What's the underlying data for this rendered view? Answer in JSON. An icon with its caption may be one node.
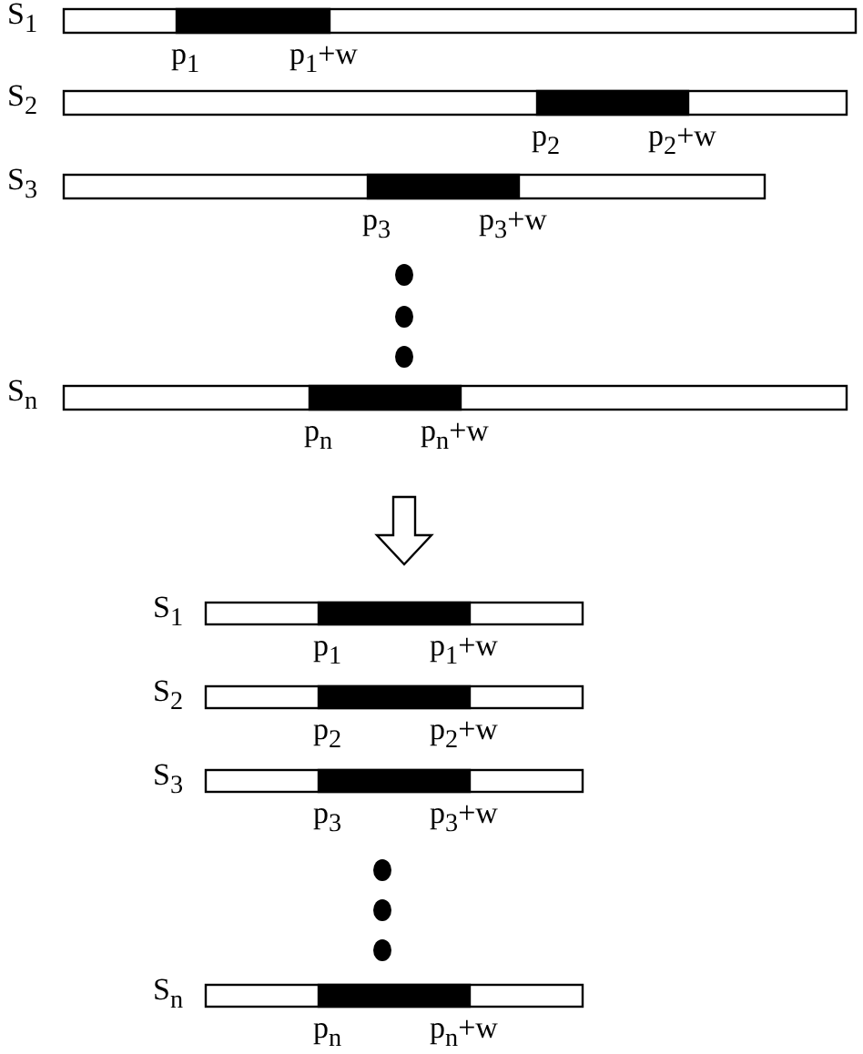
{
  "diagram": {
    "labels": [
      "S$_{1}$",
      "p$_{1}$",
      "p$_{1}$+w",
      "S$_{2}$",
      "p$_{2}$",
      "p$_{2}$+w",
      "S$_{3}$",
      "p$_{3}$",
      "p$_{3}$+w",
      "S$_{n}$",
      "p$_{n}$",
      "p$_{n}$+w",
      "S$_{1}$",
      "p$_{1}$",
      "p$_{1}$+w",
      "S$_{2}$",
      "p$_{2}$",
      "p$_{2}$+w",
      "S$_{3}$",
      "p$_{3}$",
      "p$_{3}$+w",
      "S$_{n}$",
      "p$_{n}$",
      "p$_{n}$+w"
    ]
  }
}
